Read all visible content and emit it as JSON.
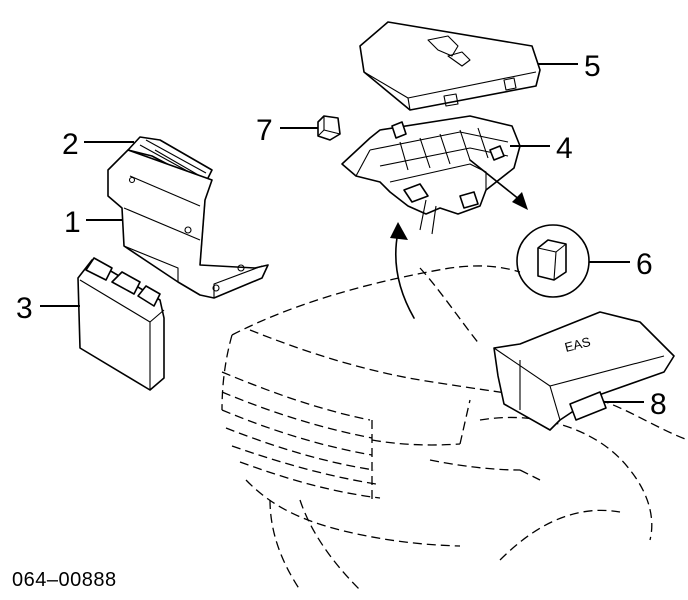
{
  "callouts": {
    "c1": "1",
    "c2": "2",
    "c3": "3",
    "c4": "4",
    "c5": "5",
    "c6": "6",
    "c7": "7",
    "c8": "8"
  },
  "module_label": "EAS",
  "part_number": "064–00888"
}
